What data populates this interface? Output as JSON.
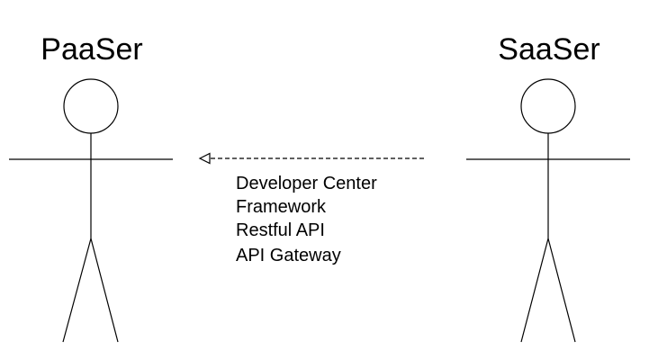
{
  "actors": [
    {
      "name": "PaaSer"
    },
    {
      "name": "SaaSer"
    }
  ],
  "relationship": {
    "style": "dashed-arrow",
    "direction": "from SaaSer to PaaSer",
    "labels": [
      "Developer Center",
      "Framework",
      "Restful API",
      "API Gateway"
    ]
  },
  "colors": {
    "line": "#000000",
    "background": "#ffffff"
  }
}
